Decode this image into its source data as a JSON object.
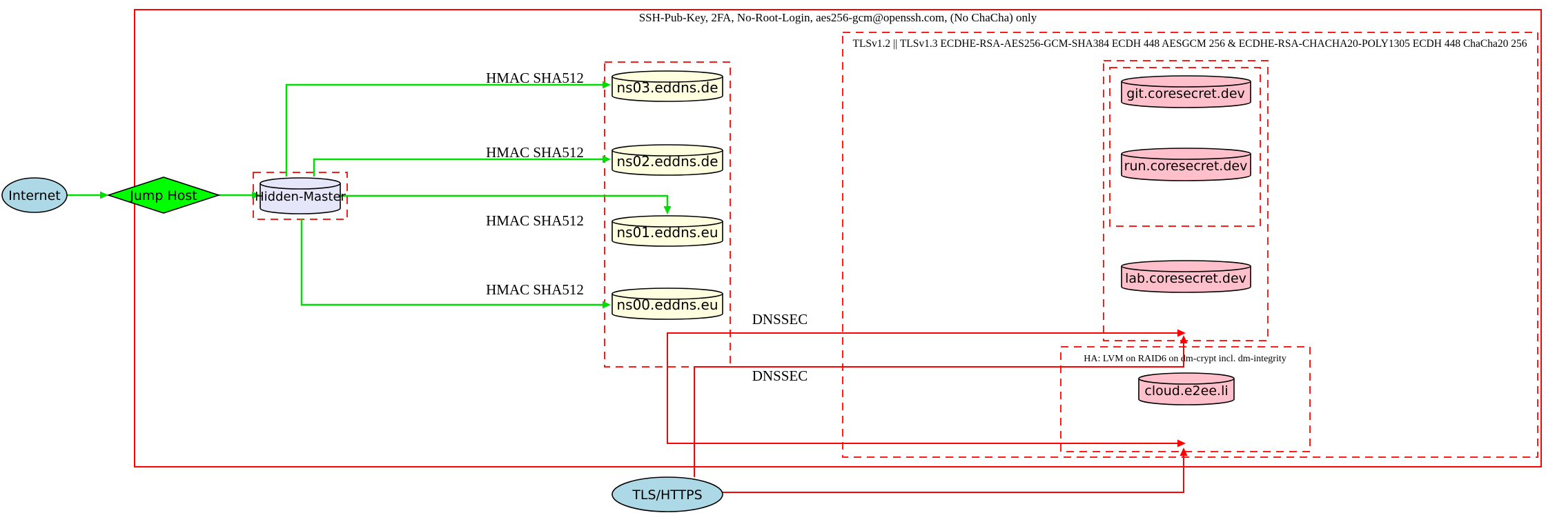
{
  "diagram": {
    "clusters": {
      "ssh": {
        "label": "SSH-Pub-Key, 2FA, No-Root-Login, aes256-gcm@openssh.com, (No ChaCha) only"
      },
      "tls": {
        "label": "TLSv1.2 || TLSv1.3 ECDHE-RSA-AES256-GCM-SHA384 ECDH 448 AESGCM 256 & ECDHE-RSA-CHACHA20-POLY1305 ECDH 448 ChaCha20 256"
      },
      "ha": {
        "label": "HA: LVM on RAID6 on dm-crypt incl. dm-integrity"
      }
    },
    "nodes": {
      "internet": {
        "label": "Internet"
      },
      "jump_host": {
        "label": "Jump Host"
      },
      "hidden_master": {
        "label": "Hidden-Master"
      },
      "ns03": {
        "label": "ns03.eddns.de"
      },
      "ns02": {
        "label": "ns02.eddns.de"
      },
      "ns01": {
        "label": "ns01.eddns.eu"
      },
      "ns00": {
        "label": "ns00.eddns.eu"
      },
      "git": {
        "label": "git.coresecret.dev"
      },
      "run": {
        "label": "run.coresecret.dev"
      },
      "lab": {
        "label": "lab.coresecret.dev"
      },
      "cloud": {
        "label": "cloud.e2ee.li"
      },
      "tls_https": {
        "label": "TLS/HTTPS"
      }
    },
    "edge_labels": {
      "hmac": "HMAC SHA512",
      "dnssec": "DNSSEC"
    },
    "colors": {
      "cluster_red": "#ff0000",
      "edge_green": "#00dd00",
      "node_blue": "#add8e6",
      "node_green": "#00ff00",
      "node_lavender": "#e6e6fa",
      "node_cream": "#ffffe0",
      "node_pink": "#ffc0cb",
      "text": "#000000"
    }
  }
}
